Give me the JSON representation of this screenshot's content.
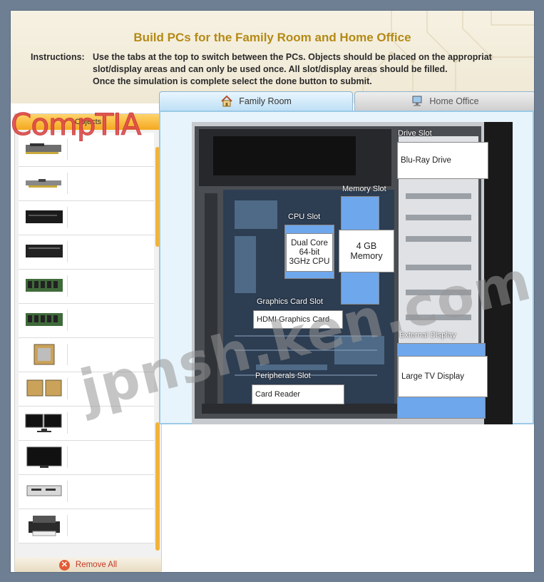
{
  "header": {
    "title": "Build PCs for the Family Room and Home Office",
    "instructions_label": "Instructions:",
    "instructions_lines": [
      "Use the tabs at the top to switch between the PCs. Objects should be placed on the appropriat",
      "slot/display areas and can only be used once. All slot/display areas should be filled.",
      "Once the simulation is complete select the done button to submit."
    ]
  },
  "tabs": [
    {
      "label": "Family Room",
      "icon": "house-icon",
      "active": true
    },
    {
      "label": "Home Office",
      "icon": "computer-icon",
      "active": false
    }
  ],
  "objects_panel": {
    "header": "Objects",
    "items": [
      {
        "icon": "graphics-card-icon"
      },
      {
        "icon": "network-card-icon"
      },
      {
        "icon": "optical-drive-icon"
      },
      {
        "icon": "optical-drive-icon"
      },
      {
        "icon": "memory-module-icon"
      },
      {
        "icon": "memory-module-icon"
      },
      {
        "icon": "cpu-icon"
      },
      {
        "icon": "cpu-pair-icon"
      },
      {
        "icon": "dual-monitor-icon"
      },
      {
        "icon": "tv-display-icon"
      },
      {
        "icon": "card-reader-icon"
      },
      {
        "icon": "printer-icon"
      }
    ],
    "remove_all": "Remove All"
  },
  "logo": "CompTIA",
  "watermark": "jpnsh.ken.com",
  "slots": {
    "drive": {
      "label": "Drive Slot",
      "value": "Blu-Ray Drive"
    },
    "memory": {
      "label": "Memory Slot",
      "value_line1": "4 GB",
      "value_line2": "Memory"
    },
    "cpu": {
      "label": "CPU Slot",
      "value_line1": "Dual Core",
      "value_line2": "64-bit",
      "value_line3": "3GHz CPU"
    },
    "graphics": {
      "label": "Graphics Card Slot",
      "value": "HDMI Graphics Card"
    },
    "external_display": {
      "label": "External Display",
      "value": "Large TV Display"
    },
    "peripherals": {
      "label": "Peripherals Slot",
      "value": "Card Reader"
    }
  },
  "colors": {
    "accent_orange": "#f4a81f",
    "slot_blue": "#6ea7ec",
    "title_gold": "#b48a15"
  }
}
